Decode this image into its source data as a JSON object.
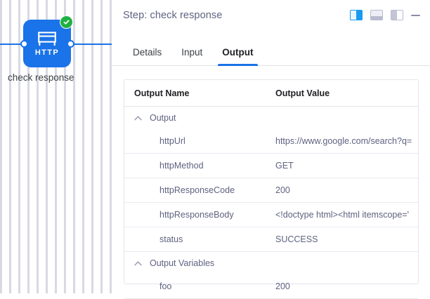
{
  "canvas": {
    "node": {
      "type_label": "HTTP",
      "name": "check response",
      "icon": "http-browser-icon",
      "status_icon": "success-check-icon",
      "accent_color": "#1a73e8",
      "status_color": "#1fb141"
    }
  },
  "panel": {
    "header": {
      "title": "Step: check response",
      "actions": [
        {
          "name": "layout-split-icon",
          "label": "Split view",
          "active": true
        },
        {
          "name": "layout-bottom-icon",
          "label": "Bottom view",
          "active": false
        },
        {
          "name": "layout-side-icon",
          "label": "Side view",
          "active": false
        },
        {
          "name": "minimize-icon",
          "label": "Minimize",
          "active": false
        }
      ]
    },
    "tabs": [
      {
        "label": "Details",
        "active": false
      },
      {
        "label": "Input",
        "active": false
      },
      {
        "label": "Output",
        "active": true
      }
    ],
    "table": {
      "columns": [
        "Output Name",
        "Output Value"
      ],
      "groups": [
        {
          "label": "Output",
          "expanded": true,
          "rows": [
            {
              "name": "httpUrl",
              "value": "https://www.google.com/search?q="
            },
            {
              "name": "httpMethod",
              "value": "GET"
            },
            {
              "name": "httpResponseCode",
              "value": "200"
            },
            {
              "name": "httpResponseBody",
              "value": "<!doctype html><html itemscope='"
            },
            {
              "name": "status",
              "value": "SUCCESS"
            }
          ]
        },
        {
          "label": "Output Variables",
          "expanded": true,
          "rows": [
            {
              "name": "foo",
              "value": "200"
            }
          ]
        }
      ]
    }
  }
}
